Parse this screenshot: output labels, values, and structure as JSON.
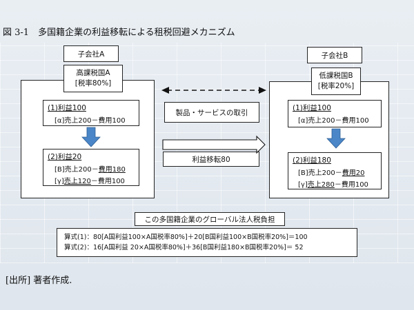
{
  "figure_title": "図 3-1　多国籍企業の利益移転による租税回避メカニズム",
  "company_a": {
    "name": "子会社A",
    "tax_country": "高課税国A",
    "tax_rate": "[税率80%]"
  },
  "company_b": {
    "name": "子会社B",
    "tax_country": "低課税国B",
    "tax_rate": "[税率20%]"
  },
  "a_box1": {
    "title": "(1)利益100",
    "line1": "[α]売上200－費用100"
  },
  "a_box2": {
    "title": "(2)利益20",
    "line1_pre": "[B]売上200－",
    "line1_ul": "費用180",
    "line2_pre": "[γ]",
    "line2_ul": "売上120",
    "line2_post": "－費用100"
  },
  "b_box1": {
    "title": "(1)利益100",
    "line1": "[α]売上200－費用100"
  },
  "b_box2": {
    "title": "(2)利益180",
    "line1_pre": "[B]売上200－",
    "line1_ul": "費用20",
    "line2_pre": "[γ]",
    "line2_ul": "売上280",
    "line2_post": "－費用100"
  },
  "arrow_label_top": "製品・サービスの取引",
  "arrow_label_mid": "利益移転80",
  "global_tax_title": "この多国籍企業のグローバル法人税負担",
  "formula1": "算式(1)：80[A国利益100×A国税率80%]＋20[B国利益100×B国税率20%]＝100",
  "formula2": "算式(2)：16[A国利益 20×A国税率80%]＋36[B国利益180×B国税率20%]＝ 52",
  "source_note": "[出所]  著者作成.",
  "colors": {
    "down_arrow": "#4a86c8",
    "down_arrow_stroke": "#2f5f93"
  }
}
